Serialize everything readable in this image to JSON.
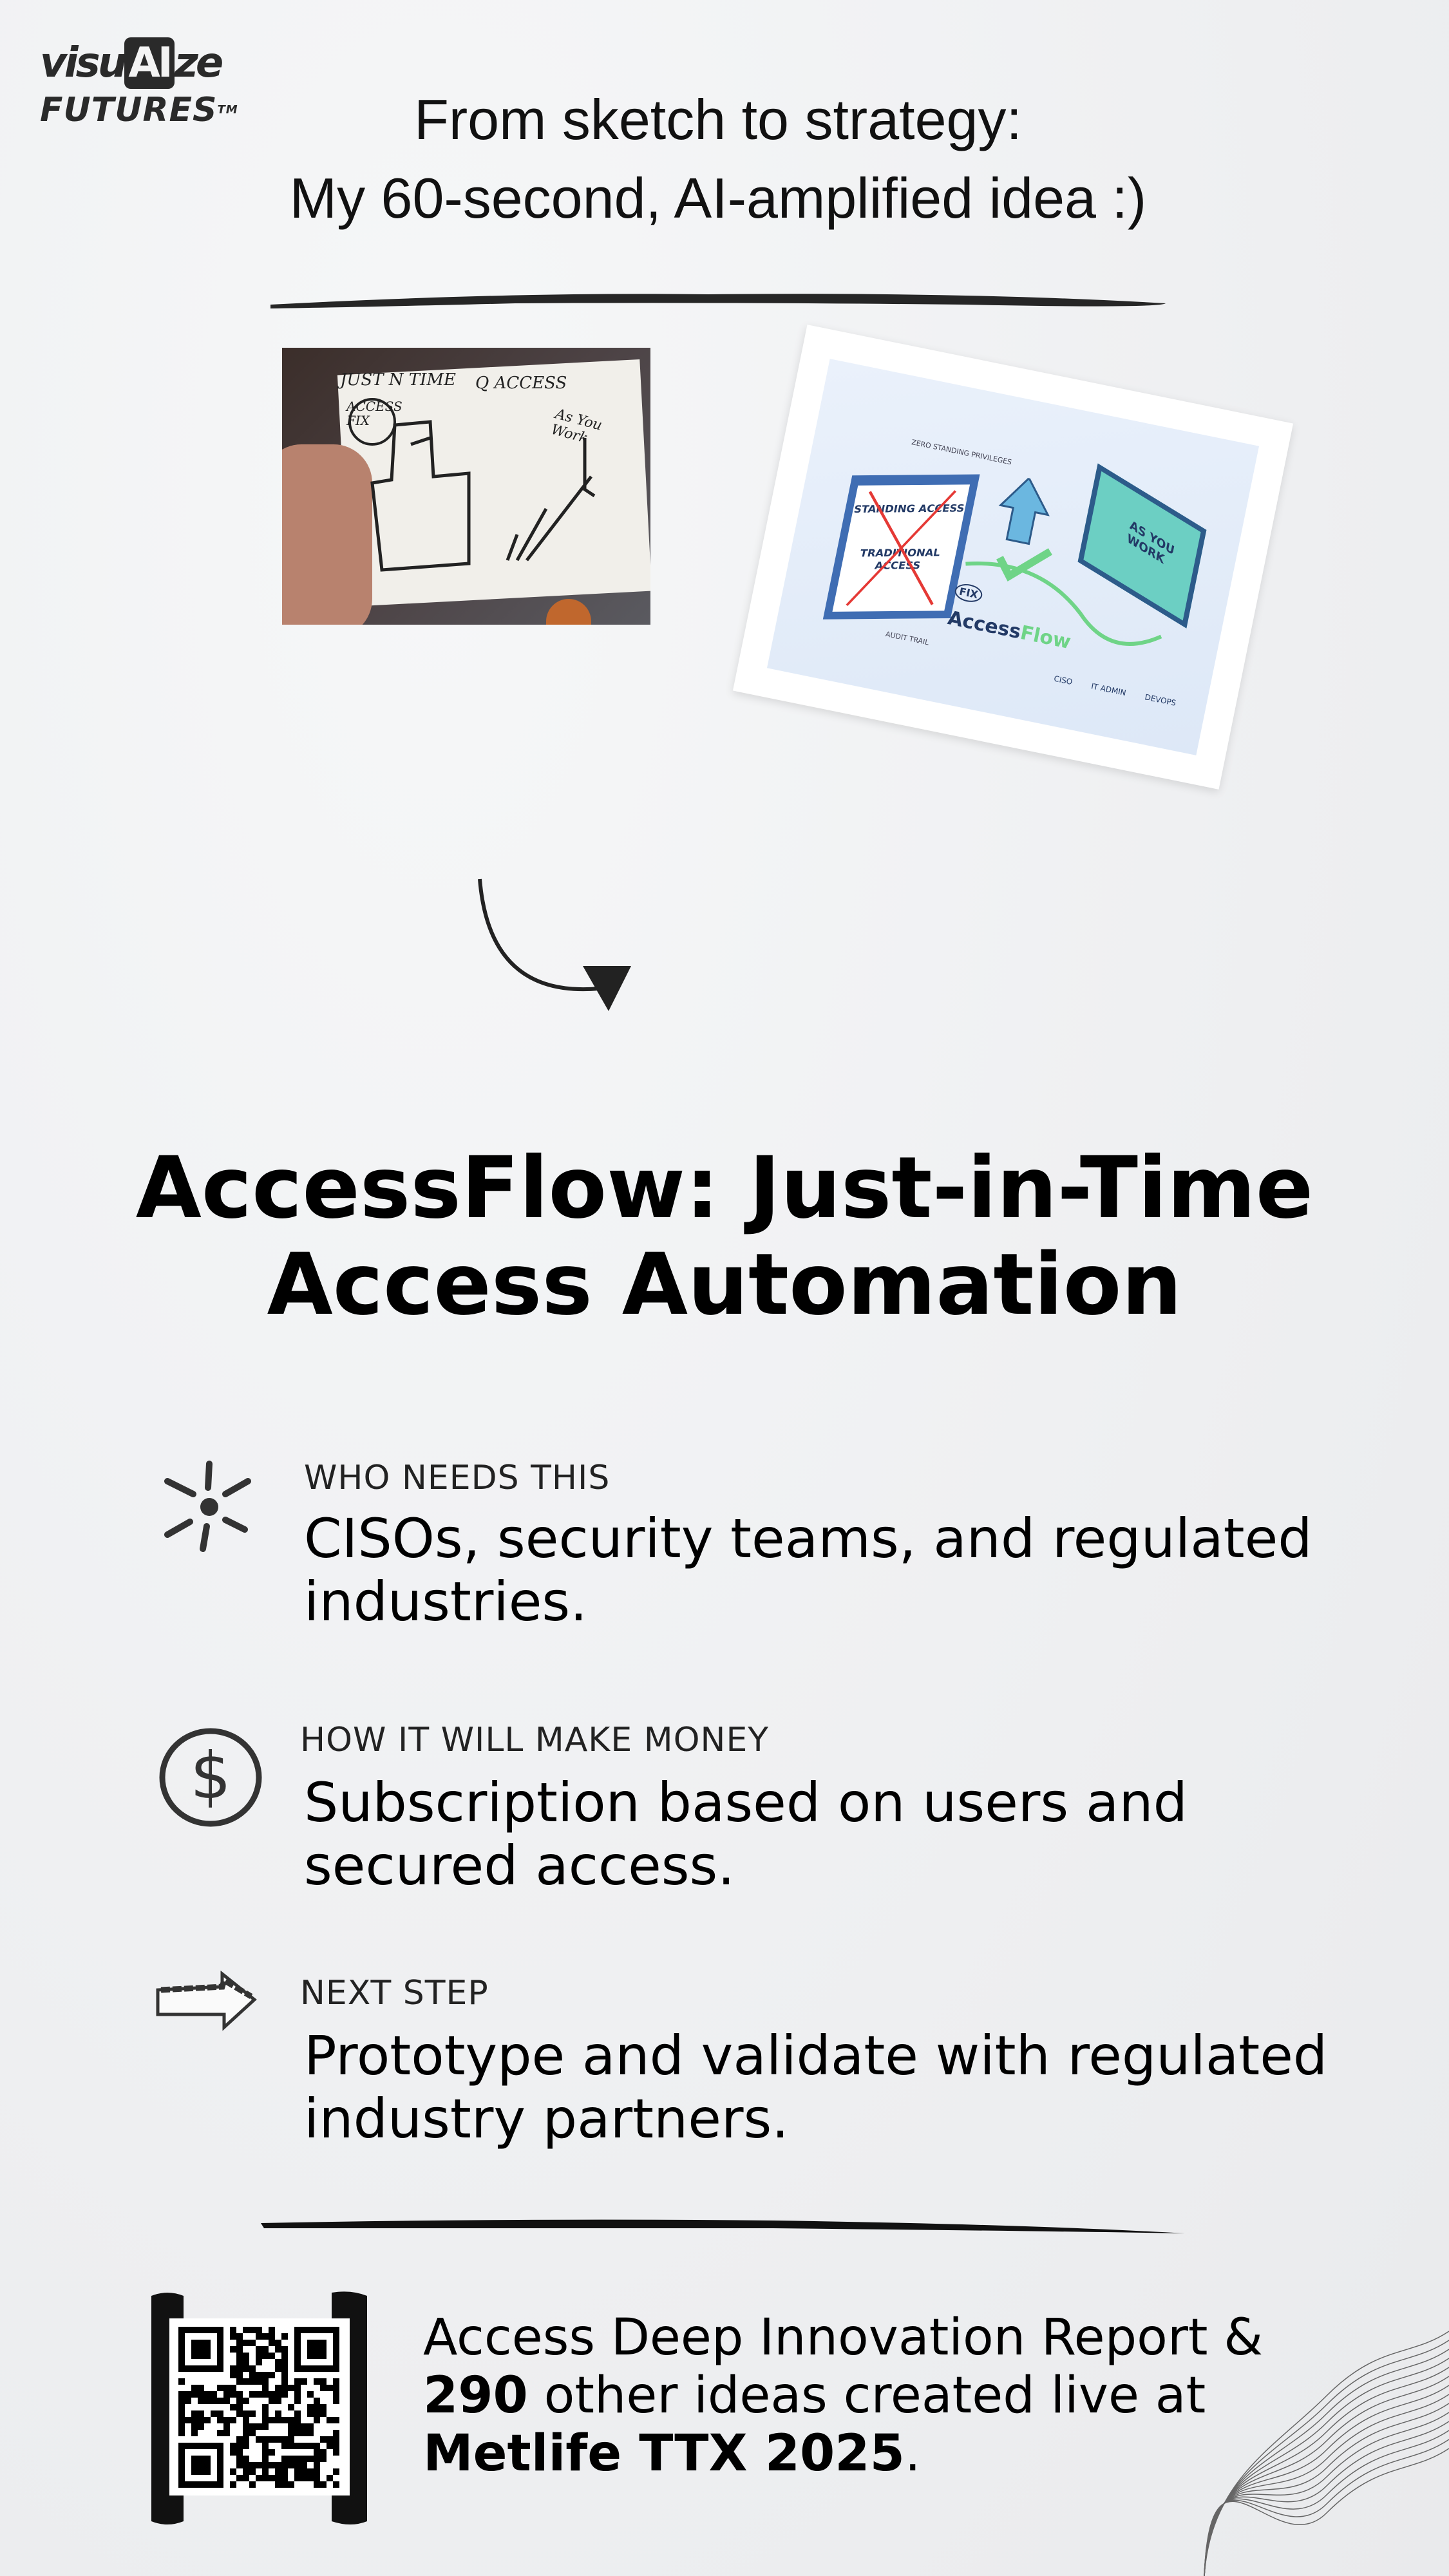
{
  "logo": {
    "line1_a": "visu",
    "line1_ai": "AI",
    "line1_b": "ze",
    "line2": "FUTURES",
    "tm": "TM"
  },
  "intro": {
    "line1": "From sketch to strategy:",
    "line2": "My 60-second, AI-amplified idea :)"
  },
  "sketch": {
    "text1": "JUST N TIME",
    "text2": "Q ACCESS",
    "text3": "ACCESS FIX",
    "text4": "As You Work"
  },
  "ai_image": {
    "box_top": "STANDING ACCESS",
    "box_bottom": "TRADITIONAL ACCESS",
    "fix": "FIX",
    "zero": "ZERO STANDING PRIVILEGES",
    "audit": "AUDIT TRAIL",
    "brand_a": "Access",
    "brand_b": "Flow",
    "as_you_work": "AS YOU WORK",
    "roles": [
      "CISO",
      "IT ADMIN",
      "DEVOPS"
    ],
    "colors": {
      "blue": "#3f6db3",
      "green": "#6fd487",
      "teal": "#6ccfc3",
      "red": "#e53935"
    }
  },
  "heading": {
    "line1": "AccessFlow: Just-in-Time",
    "line2": "Access Automation"
  },
  "sections": [
    {
      "icon": "sparkle-icon",
      "label": "WHO NEEDS THIS",
      "body": "CISOs, security teams, and regulated industries."
    },
    {
      "icon": "dollar-circle-icon",
      "label": "HOW IT WILL MAKE MONEY",
      "body": "Subscription based on users and secured access."
    },
    {
      "icon": "arrow-right-icon",
      "label": "NEXT STEP",
      "body": "Prototype and validate with regulated industry partners."
    }
  ],
  "cta": {
    "line1": "Access Deep Innovation Report &",
    "count": "290",
    "line2_rest": " other ideas created live at",
    "event": "Metlife TTX 2025",
    "period": "."
  }
}
